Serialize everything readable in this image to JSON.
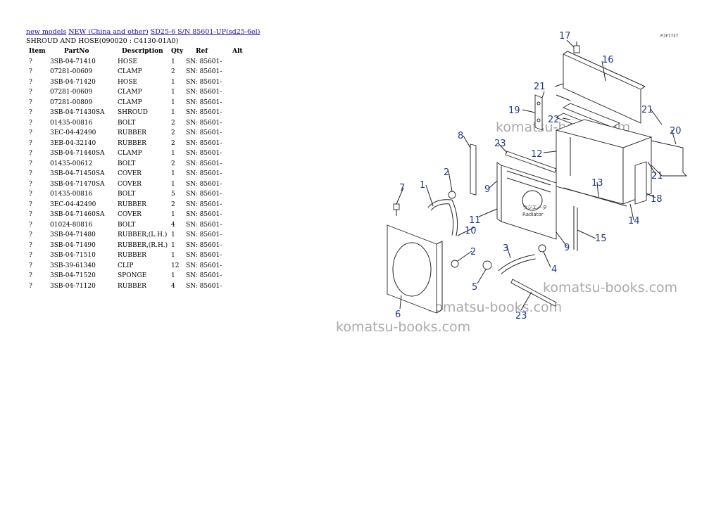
{
  "breadcrumb": {
    "link1": "new models",
    "link2": "NEW (China and other)",
    "link3": "SD25-6 S/N 85601-UP(sd25-6el)"
  },
  "subtitle": "SHROUD AND HOSE(090020 : C4130-01A0)",
  "table": {
    "headers": [
      "Item",
      "PartNo",
      "Description",
      "Qty",
      "Ref",
      "Alt"
    ],
    "rows": [
      [
        "?",
        "3SB-04-71410",
        "HOSE",
        "1",
        "SN: 85601-",
        ""
      ],
      [
        "?",
        "07281-00609",
        "CLAMP",
        "2",
        "SN: 85601-",
        ""
      ],
      [
        "?",
        "3SB-04-71420",
        "HOSE",
        "1",
        "SN: 85601-",
        ""
      ],
      [
        "?",
        "07281-00609",
        "CLAMP",
        "1",
        "SN: 85601-",
        ""
      ],
      [
        "?",
        "07281-00809",
        "CLAMP",
        "1",
        "SN: 85601-",
        ""
      ],
      [
        "?",
        "3SB-04-71430SA",
        "SHROUD",
        "1",
        "SN: 85601-",
        ""
      ],
      [
        "?",
        "01435-00816",
        "BOLT",
        "2",
        "SN: 85601-",
        ""
      ],
      [
        "?",
        "3EC-04-42490",
        "RUBBER",
        "2",
        "SN: 85601-",
        ""
      ],
      [
        "?",
        "3EB-04-32140",
        "RUBBER",
        "2",
        "SN: 85601-",
        ""
      ],
      [
        "?",
        "3SB-04-71440SA",
        "CLAMP",
        "1",
        "SN: 85601-",
        ""
      ],
      [
        "?",
        "01435-00612",
        "BOLT",
        "2",
        "SN: 85601-",
        ""
      ],
      [
        "?",
        "3SB-04-71450SA",
        "COVER",
        "1",
        "SN: 85601-",
        ""
      ],
      [
        "?",
        "3SB-04-71470SA",
        "COVER",
        "1",
        "SN: 85601-",
        ""
      ],
      [
        "?",
        "01435-00816",
        "BOLT",
        "5",
        "SN: 85601-",
        ""
      ],
      [
        "?",
        "3EC-04-42490",
        "RUBBER",
        "2",
        "SN: 85601-",
        ""
      ],
      [
        "?",
        "3SB-04-71460SA",
        "COVER",
        "1",
        "SN: 85601-",
        ""
      ],
      [
        "?",
        "01024-80816",
        "BOLT",
        "4",
        "SN: 85601-",
        ""
      ],
      [
        "?",
        "3SB-04-71480",
        "RUBBER,(L.H.)",
        "1",
        "SN: 85601-",
        ""
      ],
      [
        "?",
        "3SB-04-71490",
        "RUBBER,(R.H.)",
        "1",
        "SN: 85601-",
        ""
      ],
      [
        "?",
        "3SB-04-71510",
        "RUBBER",
        "1",
        "SN: 85601-",
        ""
      ],
      [
        "?",
        "3SB-39-61340",
        "CLIP",
        "12",
        "SN: 85601-",
        ""
      ],
      [
        "?",
        "3SB-04-71520",
        "SPONGE",
        "1",
        "SN: 85601-",
        ""
      ],
      [
        "?",
        "3SB-04-71120",
        "RUBBER",
        "4",
        "SN: 85601-",
        ""
      ]
    ]
  },
  "diagram": {
    "callouts": [
      "17",
      "16",
      "21",
      "19",
      "22",
      "21",
      "20",
      "8",
      "23",
      "12",
      "2",
      "1",
      "7",
      "9",
      "11",
      "10",
      "13",
      "21",
      "18",
      "14",
      "15",
      "9",
      "3",
      "2",
      "4",
      "5",
      "6",
      "23"
    ],
    "radiator_text": [
      "ラジエータ",
      "Radiator"
    ],
    "corner_code": "PJF7737",
    "watermark": "komatsu-books.com"
  }
}
